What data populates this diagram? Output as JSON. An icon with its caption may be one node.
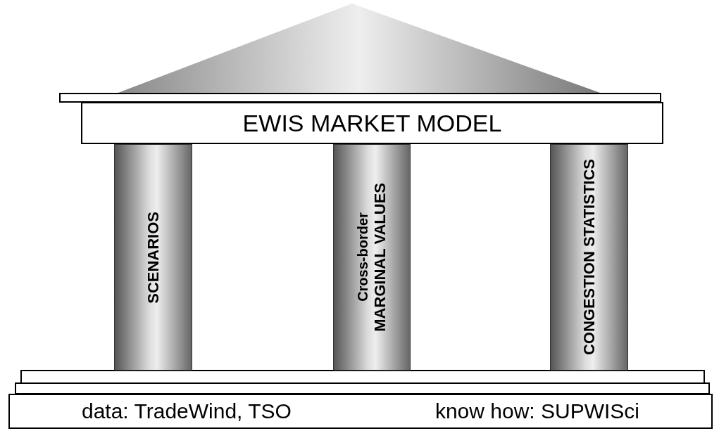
{
  "diagram": {
    "nodes": [
      {
        "text": [
          "EWIS MARKET MODEL"
        ]
      },
      {
        "text": [
          "SCENARIOS"
        ]
      },
      {
        "text": [
          "Cross-border",
          "MARGINAL VALUES"
        ]
      },
      {
        "text": [
          "CONGESTION STATISTICS"
        ]
      },
      {
        "text": [
          "data: TradeWind, TSO",
          "know how: SUPWISci"
        ]
      }
    ]
  }
}
